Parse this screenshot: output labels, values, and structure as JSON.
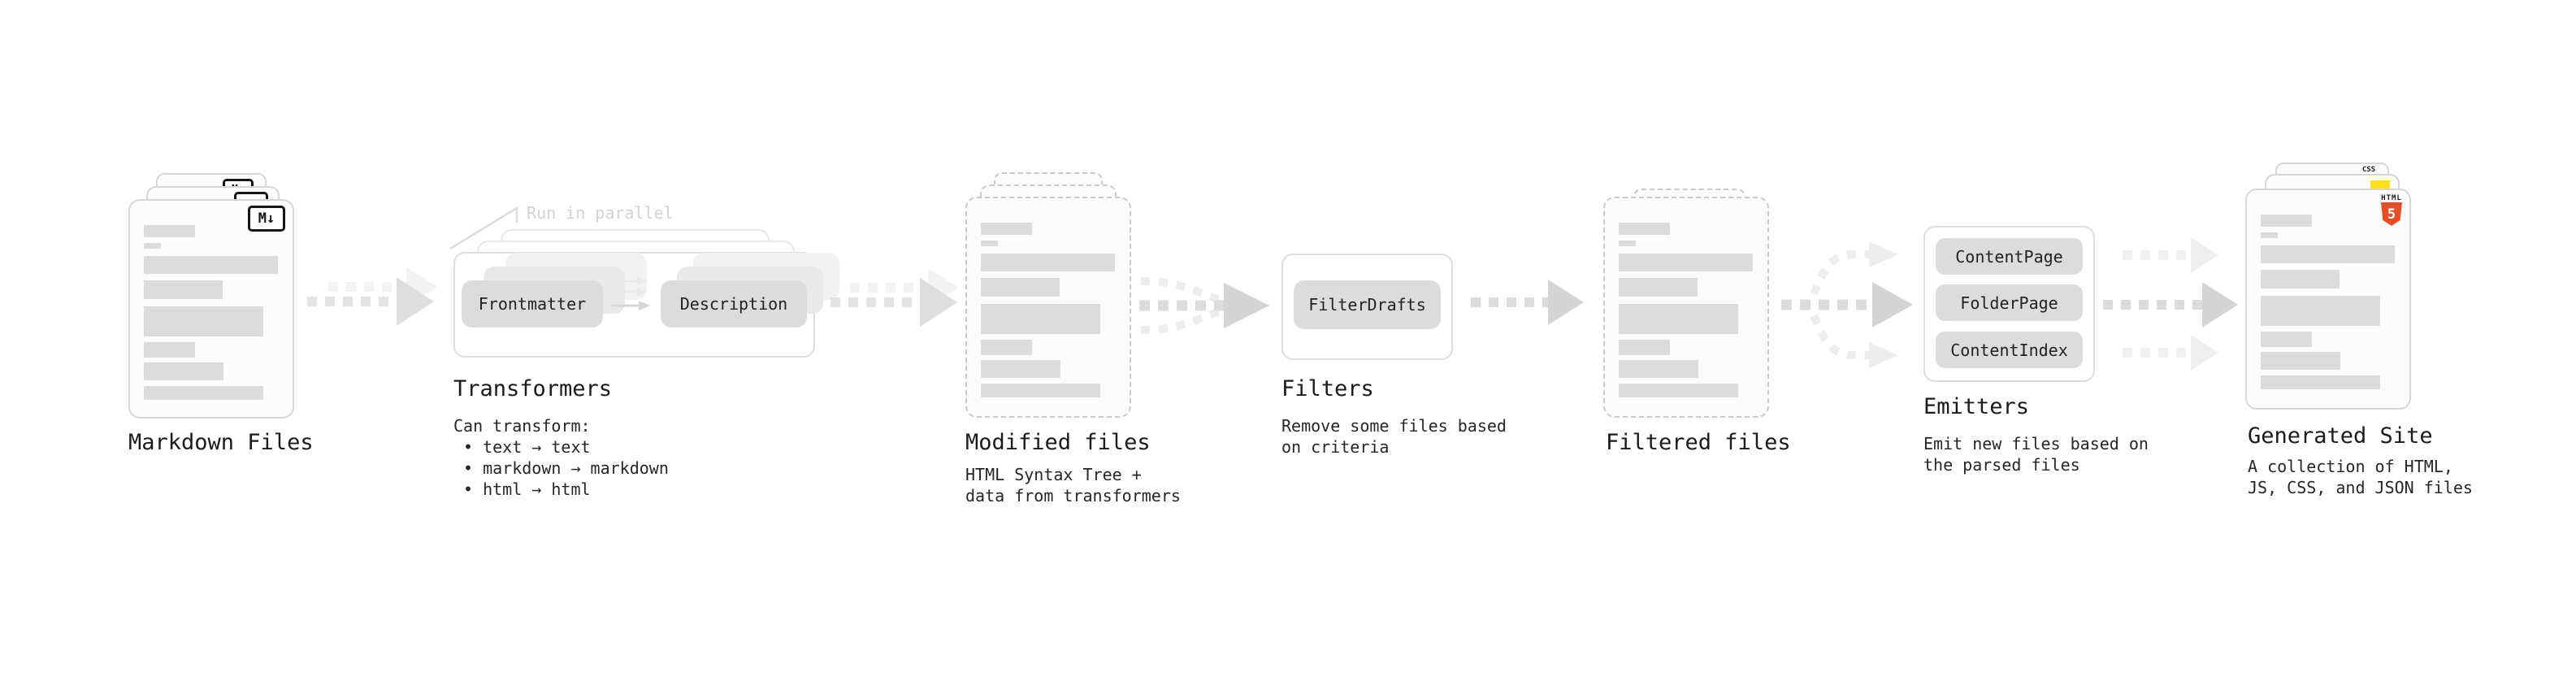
{
  "markdown_files": {
    "label": "Markdown Files",
    "badge": "M↓"
  },
  "transformers": {
    "label": "Transformers",
    "annotation": "Run in parallel",
    "pill_frontmatter": "Frontmatter",
    "pill_description": "Description",
    "caption_title": "Can transform:",
    "bullet_1": "• text → text",
    "bullet_2": "• markdown → markdown",
    "bullet_3": "• html → html"
  },
  "modified_files": {
    "label": "Modified files",
    "caption_1": "HTML Syntax Tree +",
    "caption_2": "data from transformers"
  },
  "filters": {
    "label": "Filters",
    "pill": "FilterDrafts",
    "caption_1": "Remove some files based",
    "caption_2": "on criteria"
  },
  "filtered_files": {
    "label": "Filtered files"
  },
  "emitters": {
    "label": "Emitters",
    "pill_1": "ContentPage",
    "pill_2": "FolderPage",
    "pill_3": "ContentIndex",
    "caption_1": "Emit new files based on",
    "caption_2": "the parsed files"
  },
  "generated_site": {
    "label": "Generated Site",
    "caption_1": "A collection of HTML,",
    "caption_2": "JS, CSS, and JSON files",
    "badge_css": "CSS",
    "badge_html": "HTML",
    "badge_html_number": "5"
  },
  "colors": {
    "heading_text": "#1b1b1b",
    "muted_annotation": "#d2d2d2",
    "pill_bg": "#dcdcdc",
    "card_border": "#d7d7d7",
    "dashed_border": "#c9c9c9",
    "arrow_gray": "#e3e3e3",
    "arrow_strong": "#d4d4d4",
    "arrow_light": "#f0f0f0",
    "html5_orange": "#e44d26",
    "js_yellow": "#ffdf1b",
    "css_blue": "#2b6bf3"
  }
}
